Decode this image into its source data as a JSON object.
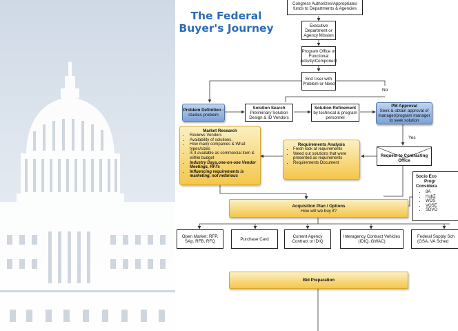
{
  "title": {
    "line1": "The Federal",
    "line2": "Buyer's Journey"
  },
  "steps": {
    "congress": "Congress Authorizes/Appropriates funds to Departments & Agencies",
    "executive": "Executive Department or Agency Mission",
    "program_office": "Program Office or Functional Activity/Component",
    "end_user": "End User with Problem or Need",
    "problem_definition": {
      "title": "Problem Definition -",
      "text": "studies problem"
    },
    "solution_search": {
      "title": "Solution Search",
      "text": "Preliminary Solution Design & ID Vendors"
    },
    "solution_refinement": {
      "title": "Solution Refinement",
      "text": "by technical & program personnel"
    },
    "pm_approval": {
      "title": "PM Approval",
      "text": "Seek & obtain approval of manager/program manager to seek solution"
    },
    "request_contracting": "Request to Contracting Office",
    "acquisition_plan": {
      "title": "Acquisition Plan / Options",
      "text": "How will we buy it?"
    },
    "bid_preparation": "Bid Preparation"
  },
  "labels": {
    "no": "No",
    "yes": "Yes"
  },
  "market_research": {
    "title": "Market Research",
    "items": [
      "Reviews Vendors",
      "Availability of  solutions.",
      "How many companies & What types/sizes",
      "Is it available as commercial item & within budget"
    ],
    "emphasis": [
      "Industry Days,one-on-one Vendor Meetings, RFI's",
      "Influencing requirements is marketing, not nefarious"
    ]
  },
  "requirements_analysis": {
    "title": "Requirements Analysis",
    "items": [
      "Fresh look at requirements",
      "Weed out solutions that were presented as requirements",
      "Requirements Document"
    ]
  },
  "socio_economic": {
    "title_lines": [
      "Socio Eco",
      "Progr",
      "Considera"
    ],
    "items": [
      "8A",
      "HubZ",
      "WOS",
      "VOSE",
      "SDVO"
    ]
  },
  "options": [
    "Open Market: RFP, SAp, RFB, RFQ",
    "Purchase Card",
    "Current Agency Contract or IDIQ",
    "Interagency Contract Vehicles (IDIQ, GWAC)",
    "Federal Supply Sch (GSA, VA Sched"
  ]
}
